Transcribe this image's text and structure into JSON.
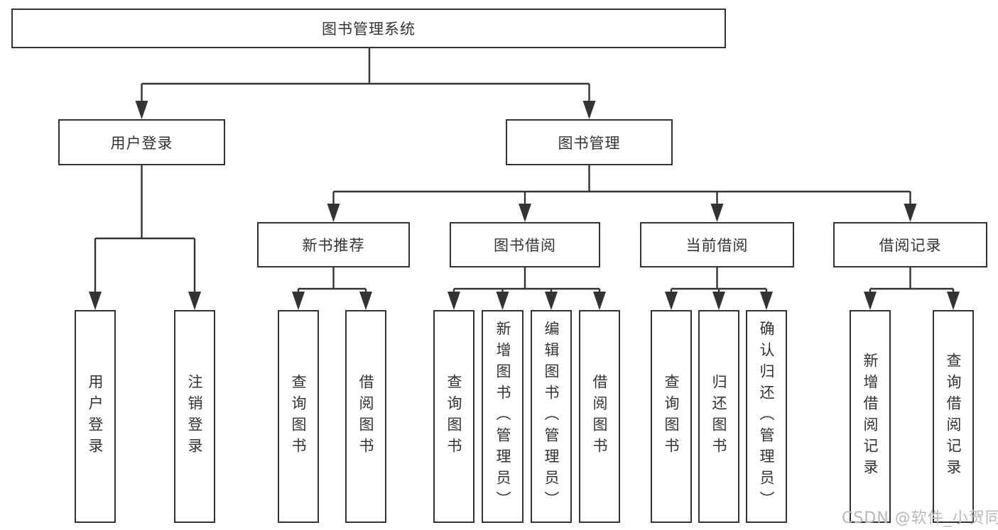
{
  "diagram": {
    "root": {
      "label": "图书管理系统"
    },
    "level2": [
      {
        "label": "用户登录"
      },
      {
        "label": "图书管理"
      }
    ],
    "level3": [
      {
        "label": "新书推荐"
      },
      {
        "label": "图书借阅"
      },
      {
        "label": "当前借阅"
      },
      {
        "label": "借阅记录"
      }
    ],
    "leaves": {
      "user_login": [
        "用户登录",
        "注销登录"
      ],
      "new_book": [
        "查询图书",
        "借阅图书"
      ],
      "book_borrow": [
        "查询图书",
        "新增图书（管理员）",
        "编辑图书（管理员）",
        "借阅图书"
      ],
      "current_borrow": [
        "查询图书",
        "归还图书",
        "确认归还（管理员）"
      ],
      "borrow_record": [
        "新增借阅记录",
        "查询借阅记录"
      ]
    }
  },
  "watermark": {
    "text": "CSDN @软件_小贺同学",
    "color": "#b9b9b9"
  },
  "colors": {
    "line": "#333333",
    "text": "#333333",
    "background": "#ffffff"
  }
}
